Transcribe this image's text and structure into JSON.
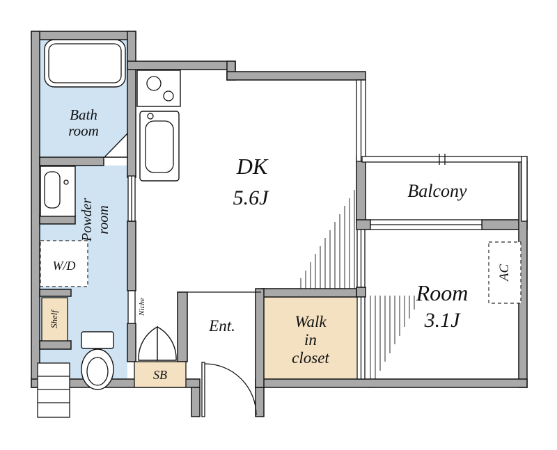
{
  "floorplan": {
    "type": "apartment-floor-plan",
    "labels": {
      "bath": [
        "Bath",
        "room"
      ],
      "powder": [
        "Powder",
        "room"
      ],
      "wd": "W/D",
      "shelf": "Shelf",
      "dk": [
        "DK",
        "5.6J"
      ],
      "balcony": "Balcony",
      "room": [
        "Room",
        "3.1J"
      ],
      "ac": "AC",
      "ent": "Ent.",
      "wic": [
        "Walk",
        "in",
        "closet"
      ],
      "sb": "SB",
      "niche": "Niche"
    },
    "colors": {
      "wall_fill": "#a9a9a9",
      "outline": "#141414",
      "wet_area_fill": "#cfe3f3",
      "storage_fill": "#f3e1c2",
      "background": "#ffffff"
    }
  }
}
